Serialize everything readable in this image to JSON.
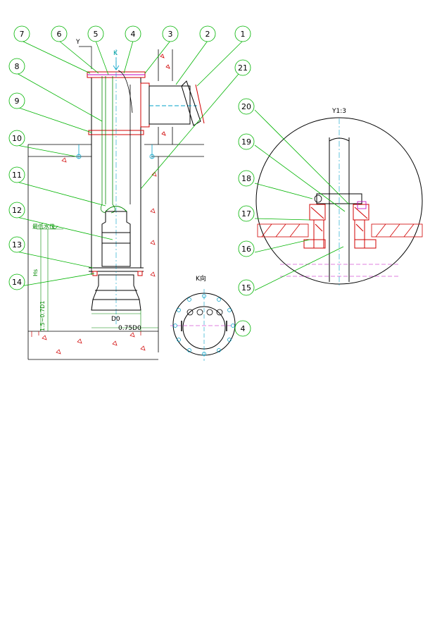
{
  "callouts": {
    "c1": "1",
    "c2": "2",
    "c3": "3",
    "c4": "4",
    "c5": "5",
    "c6": "6",
    "c7": "7",
    "c8": "8",
    "c9": "9",
    "c10": "10",
    "c11": "11",
    "c12": "12",
    "c13": "13",
    "c14": "14",
    "c15": "15",
    "c16": "16",
    "c17": "17",
    "c18": "18",
    "c19": "19",
    "c20": "20",
    "c21": "21",
    "c4b": "4"
  },
  "labels": {
    "y_mark": "Y",
    "k_mark": "K",
    "water_level": "最低水位",
    "dim_hs": "Hs",
    "dim_left": "1.5~0.7D1",
    "dim_d0": "D0",
    "dim_bottom": "0.75D0",
    "view_k": "K向",
    "view_y": "Y1:3"
  },
  "colors": {
    "callout_stroke": "#00b400",
    "outline": "#000000",
    "section_red": "#d00000",
    "center_cyan": "#00a0c8",
    "ground_green": "#00a000",
    "flange_magenta": "#c000c0"
  }
}
